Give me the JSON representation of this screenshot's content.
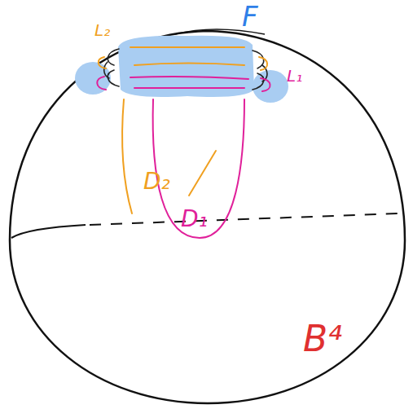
{
  "diagram": {
    "labels": [
      "F",
      "L₂",
      "L₁",
      "D₂",
      "D₁",
      "B⁴"
    ]
  }
}
